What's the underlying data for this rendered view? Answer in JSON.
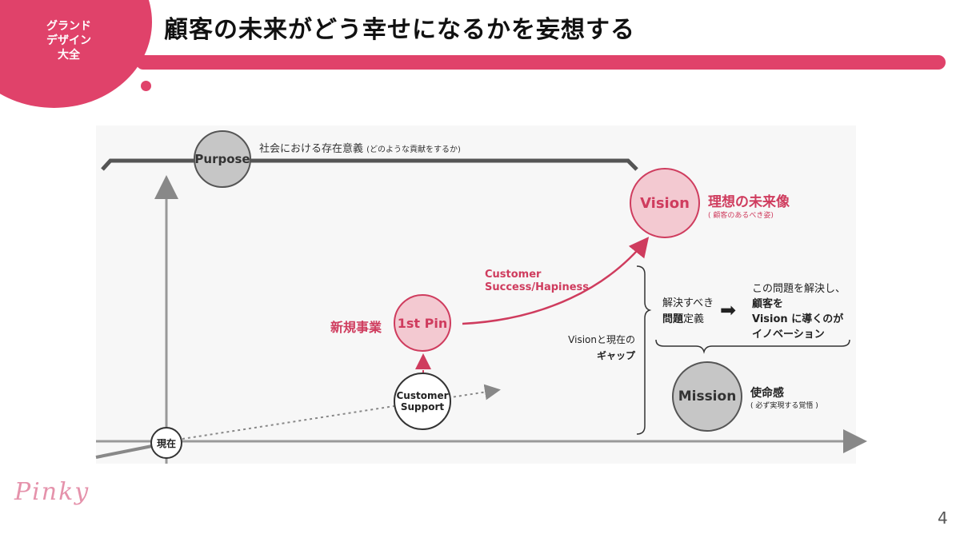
{
  "header": {
    "badge_lines": [
      "グランド",
      "デザイン",
      "大全"
    ],
    "title": "顧客の未来がどう幸せになるかを妄想する"
  },
  "diagram": {
    "purpose_node": "Purpose",
    "purpose_desc": "社会における存在意義",
    "purpose_desc_sub": "(どのような貢献をするか)",
    "vision_node": "Vision",
    "vision_title": "理想の未来像",
    "vision_sub": "( 顧客のあるべき姿)",
    "cs_line1": "Customer",
    "cs_line2": "Success/Hapiness",
    "new_business": "新規事業",
    "first_pin_node": "1st Pin",
    "support_line1": "Customer",
    "support_line2": "Support",
    "now_node": "現在",
    "gap_line1": "Visionと現在の",
    "gap_line2": "ギャップ",
    "problem_line1": "解決すべき",
    "problem_line2_bold": "問題",
    "problem_line2_rest": "定義",
    "arrow_glyph": "➡",
    "solve_line1": "この問題を解決し、",
    "solve_line2": "顧客を",
    "solve_line3": "Vision に導くのが",
    "solve_line4": "イノベーション",
    "mission_node": "Mission",
    "mission_title": "使命感",
    "mission_sub": "( 必ず実現する覚悟 )"
  },
  "footer": {
    "logo_text": "Pinky",
    "page_number": "4"
  },
  "colors": {
    "accent": "#e0426a",
    "accent_dark": "#cf3c5e",
    "node_grey": "#c6c6c6",
    "node_pink": "#f3c9d1"
  }
}
